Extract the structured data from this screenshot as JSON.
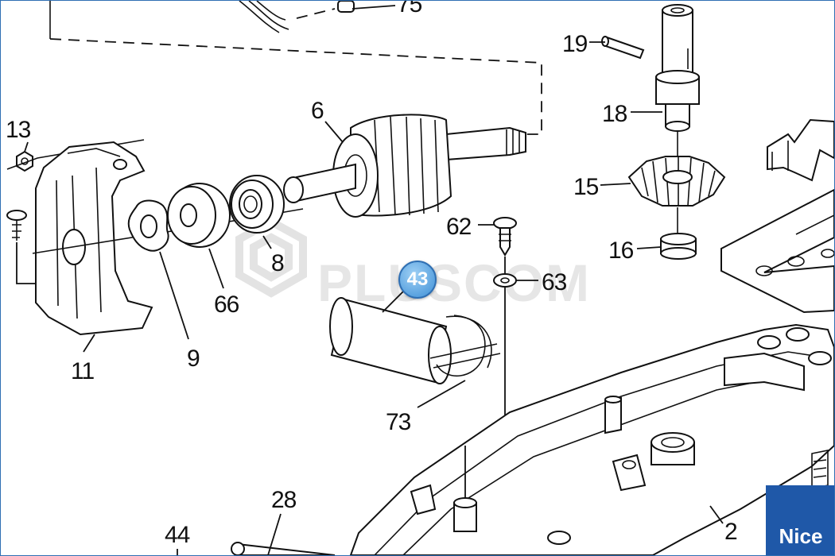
{
  "diagram": {
    "watermark": "PLUSCOM",
    "badge": "43",
    "brand": "Nice",
    "parts": {
      "p75": "75",
      "p19": "19",
      "p18": "18",
      "p6": "6",
      "p13": "13",
      "p15": "15",
      "p62": "62",
      "p16": "16",
      "p8": "8",
      "p63": "63",
      "p66": "66",
      "p9": "9",
      "p11": "11",
      "p73": "73",
      "p28": "28",
      "p2": "2",
      "p44": "44"
    }
  },
  "colors": {
    "line": "#111111",
    "badge": "#3d8fd6",
    "brand": "#1f58a8",
    "watermark": "#e6e6e6"
  }
}
